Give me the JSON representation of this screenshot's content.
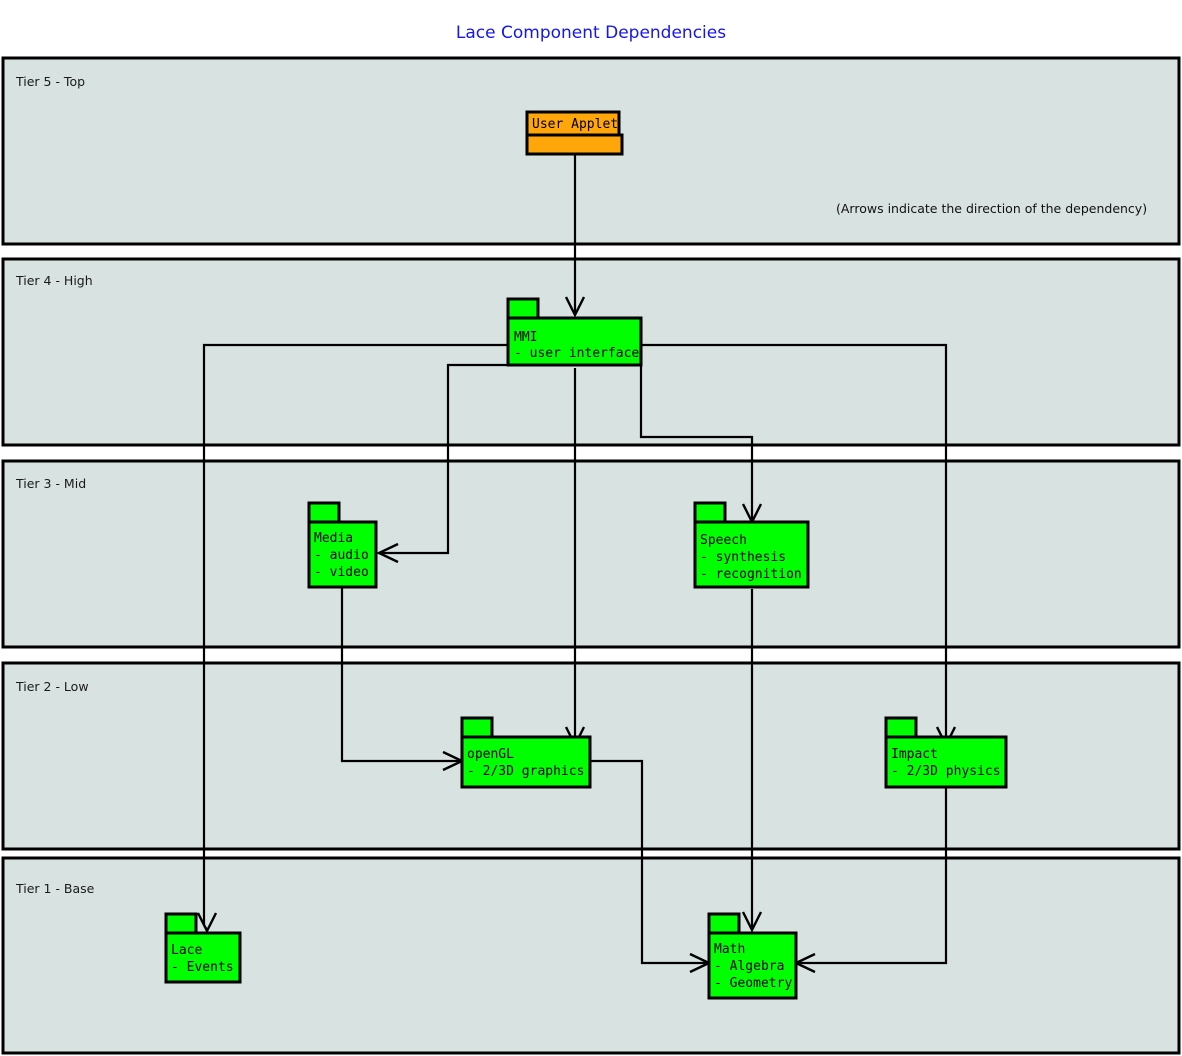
{
  "diagram": {
    "title": "Lace Component Dependencies",
    "title_color": "#1515ee",
    "note": "(Arrows indicate the direction of the dependency)",
    "background_color": "#ffffff",
    "tier_fill_color": "#d7e2e1",
    "component_fill_color": "#00ff00",
    "applet_fill_color": "#ffa60a",
    "border_color": "#000000"
  },
  "tiers": [
    {
      "id": "tier5",
      "label": "Tier 5 - Top"
    },
    {
      "id": "tier4",
      "label": "Tier 4 - High"
    },
    {
      "id": "tier3",
      "label": "Tier 3 - Mid"
    },
    {
      "id": "tier2",
      "label": "Tier 2 - Low"
    },
    {
      "id": "tier1",
      "label": "Tier 1 - Base"
    }
  ],
  "components": [
    {
      "id": "user-applet",
      "name": "User Applet",
      "tier": "Tier 5 - Top",
      "kind": "applet",
      "color": "#ffa60a",
      "items": []
    },
    {
      "id": "mmi",
      "name": "MMI",
      "tier": "Tier 4 - High",
      "kind": "package",
      "color": "#00ff00",
      "items": [
        "- user interface"
      ]
    },
    {
      "id": "media",
      "name": "Media",
      "tier": "Tier 3 - Mid",
      "kind": "package",
      "color": "#00ff00",
      "items": [
        "- audio",
        "- video"
      ]
    },
    {
      "id": "speech",
      "name": "Speech",
      "tier": "Tier 3 - Mid",
      "kind": "package",
      "color": "#00ff00",
      "items": [
        "- synthesis",
        "- recognition"
      ]
    },
    {
      "id": "opengl",
      "name": "openGL",
      "tier": "Tier 2 - Low",
      "kind": "package",
      "color": "#00ff00",
      "items": [
        "- 2/3D graphics"
      ]
    },
    {
      "id": "impact",
      "name": "Impact",
      "tier": "Tier 2 - Low",
      "kind": "package",
      "color": "#00ff00",
      "items": [
        "- 2/3D physics"
      ]
    },
    {
      "id": "lace",
      "name": "Lace",
      "tier": "Tier 1 - Base",
      "kind": "package",
      "color": "#00ff00",
      "items": [
        "- Events"
      ]
    },
    {
      "id": "math",
      "name": "Math",
      "tier": "Tier 1 - Base",
      "kind": "package",
      "color": "#00ff00",
      "items": [
        "- Algebra",
        "- Geometry"
      ]
    }
  ],
  "dependencies": [
    {
      "from": "User Applet",
      "to": "MMI"
    },
    {
      "from": "MMI",
      "to": "Lace"
    },
    {
      "from": "MMI",
      "to": "Media"
    },
    {
      "from": "MMI",
      "to": "openGL"
    },
    {
      "from": "MMI",
      "to": "Speech"
    },
    {
      "from": "MMI",
      "to": "Impact"
    },
    {
      "from": "Media",
      "to": "openGL"
    },
    {
      "from": "Speech",
      "to": "Math"
    },
    {
      "from": "openGL",
      "to": "Math"
    },
    {
      "from": "Impact",
      "to": "Math"
    }
  ]
}
